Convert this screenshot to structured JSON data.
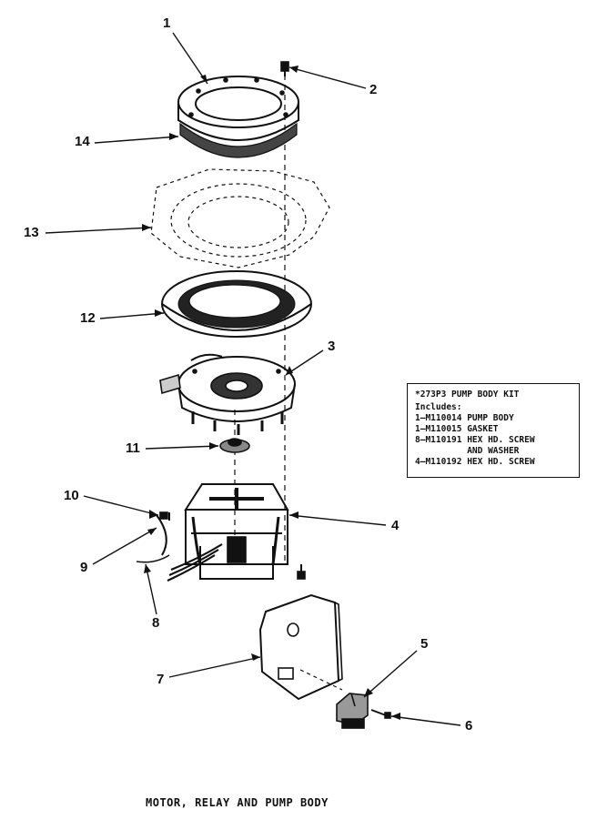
{
  "title": "MOTOR, RELAY AND PUMP BODY",
  "callouts": {
    "c1": "1",
    "c2": "2",
    "c3": "3",
    "c4": "4",
    "c5": "5",
    "c6": "6",
    "c7": "7",
    "c8": "8",
    "c9": "9",
    "c10": "10",
    "c11": "11",
    "c12": "12",
    "c13": "13",
    "c14": "14"
  },
  "kit": {
    "title": "*273P3 PUMP BODY KIT",
    "includes": "Includes:",
    "lines": [
      "1—M110014 PUMP BODY",
      "1—M110015 GASKET",
      "8—M110191 HEX HD. SCREW",
      "          AND WASHER",
      "4—M110192 HEX HD. SCREW"
    ]
  }
}
